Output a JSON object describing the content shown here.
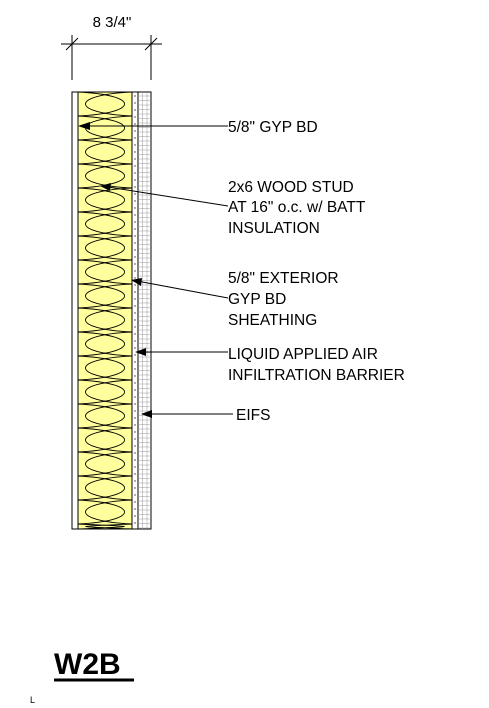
{
  "dimension": {
    "text": "8 3/4\""
  },
  "callouts": [
    {
      "id": "gyp-bd",
      "lines": [
        "5/8\" GYP BD"
      ]
    },
    {
      "id": "wood-stud",
      "lines": [
        "2x6 WOOD STUD",
        "AT 16\" o.c. w/ BATT",
        "INSULATION"
      ]
    },
    {
      "id": "ext-gyp",
      "lines": [
        "5/8\" EXTERIOR",
        "GYP BD",
        "SHEATHING"
      ]
    },
    {
      "id": "air-barrier",
      "lines": [
        "LIQUID APPLIED AIR",
        "INFILTRATION BARRIER"
      ]
    },
    {
      "id": "eifs",
      "lines": [
        "EIFS"
      ]
    }
  ],
  "detail_tag": {
    "text": "W2B"
  },
  "corner_mark": {
    "text": "L"
  },
  "colors": {
    "insulation": "#ffff9e",
    "line": "#000000",
    "grid": "#9a9a9a"
  }
}
